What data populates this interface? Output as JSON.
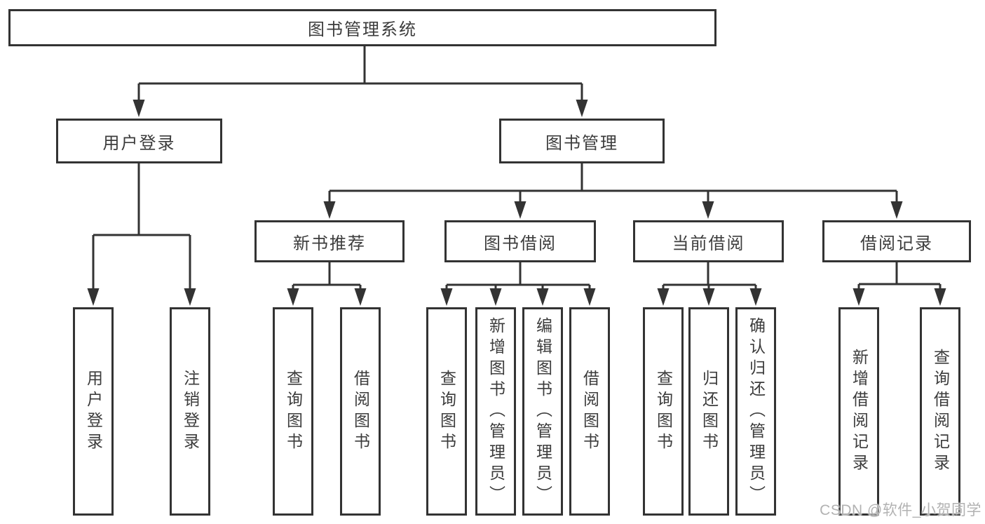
{
  "tree": {
    "root": {
      "label": "图书管理系统"
    },
    "branches": [
      {
        "label": "用户登录",
        "children": [
          {
            "label": "用户登录"
          },
          {
            "label": "注销登录"
          }
        ]
      },
      {
        "label": "图书管理",
        "groups": [
          {
            "label": "新书推荐",
            "children": [
              {
                "label": "查询图书"
              },
              {
                "label": "借阅图书"
              }
            ]
          },
          {
            "label": "图书借阅",
            "children": [
              {
                "label": "查询图书"
              },
              {
                "label": "新增图书（管理员）"
              },
              {
                "label": "编辑图书（管理员）"
              },
              {
                "label": "借阅图书"
              }
            ]
          },
          {
            "label": "当前借阅",
            "children": [
              {
                "label": "查询图书"
              },
              {
                "label": "归还图书"
              },
              {
                "label": "确认归还（管理员）"
              }
            ]
          },
          {
            "label": "借阅记录",
            "children": [
              {
                "label": "新增借阅记录"
              },
              {
                "label": "查询借阅记录"
              }
            ]
          }
        ]
      }
    ]
  },
  "watermark": {
    "text": "CSDN @软件_小贺同学"
  },
  "colors": {
    "line": "#333333",
    "text": "#3c3c3c",
    "background": "#ffffff",
    "watermark": "#b2b2b2"
  }
}
